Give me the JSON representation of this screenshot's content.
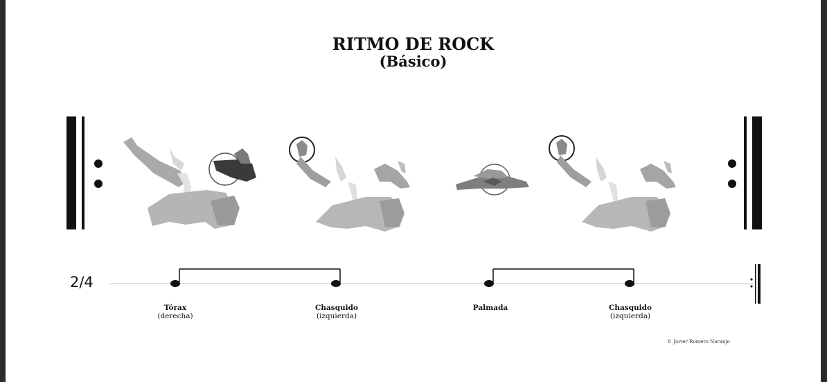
{
  "header": {
    "title": "RITMO DE ROCK",
    "subtitle": "(Básico)"
  },
  "notation": {
    "time_signature": "2/4"
  },
  "beats": [
    {
      "name": "Tórax",
      "detail": "(derecha)"
    },
    {
      "name": "Chasquido",
      "detail": "(izquierda)"
    },
    {
      "name": "Palmada",
      "detail": ""
    },
    {
      "name": "Chasquido",
      "detail": "(izquierda)"
    }
  ],
  "credit": "© Javier Romero Naranjo"
}
